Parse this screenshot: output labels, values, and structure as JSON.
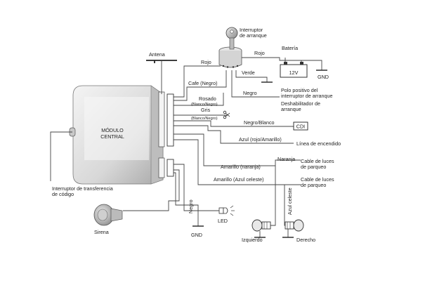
{
  "module": {
    "line1": "MÓDULO",
    "line2": "CENTRAL"
  },
  "labels": {
    "antena": "Antena",
    "interruptor_arranque_1": "Interruptor",
    "interruptor_arranque_2": "de arranque",
    "rojo_top": "Rojo",
    "rojo_left": "Rojo",
    "bateria": "Batería",
    "volt": "12V",
    "gnd_battery": "GND",
    "verde": "Verde",
    "cafe_negro": "Cafe (Negro)",
    "negro_ignition": "Negro",
    "polo_1": "Polo positivo del",
    "polo_2": "interruptor de arranque",
    "deshab_1": "Deshabilitador de",
    "deshab_2": "arranque",
    "rosado": "Rosado",
    "rosado_sub": "(Blanco/Negro)",
    "gris": "Gris",
    "gris_sub": "(Blanco/Negro)",
    "negro_blanco": "Negro/Blanco",
    "cdi": "CDI",
    "azul": "Azul (rojo/Amarillo)",
    "linea_encendido": "Línea de encendido",
    "naranja": "Naranja",
    "amarillo_naranja": "Amarillo (naranja)",
    "cable_luces_1a": "Cable de luces",
    "cable_luces_1b": "de parqueo",
    "amarillo_celeste": "Amarillo (Azul celeste)",
    "cable_luces_2a": "Cable de luces",
    "cable_luces_2b": "de parqueo",
    "azul_celeste": "Azul celeste",
    "interruptor_transf_1": "Interruptor de transferencia",
    "interruptor_transf_2": "de código",
    "negro_gnd": "Negro",
    "gnd_bottom": "GND",
    "led": "LED",
    "sirena": "Sirena",
    "izquierdo": "Izquierdo",
    "derecho": "Derecho"
  }
}
